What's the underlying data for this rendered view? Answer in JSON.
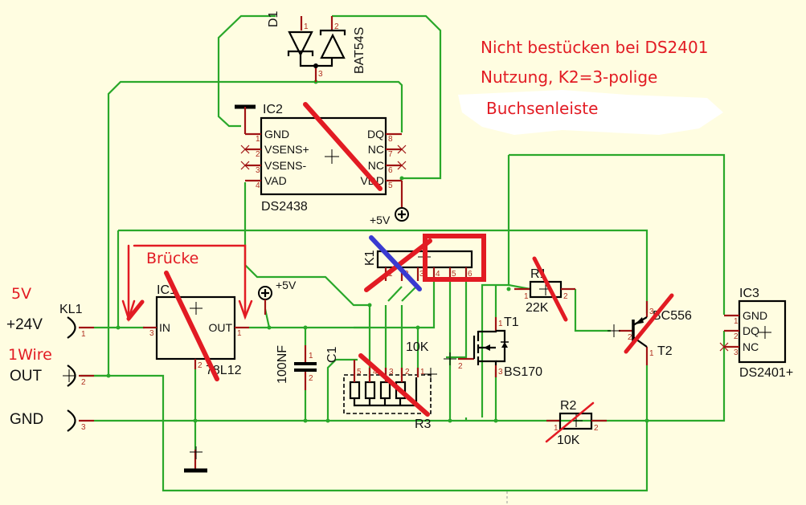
{
  "colors": {
    "background": "#fffde1",
    "wire": "#2aa82a",
    "pin": "#a01414",
    "annotation": "#e21b23",
    "strike_blue": "#3a3ad0"
  },
  "components": {
    "d1": {
      "ref": "D1",
      "value": "BAT54S",
      "pins": [
        "1",
        "2",
        "3"
      ]
    },
    "ic2": {
      "ref": "IC2",
      "value": "DS2438",
      "left_pins": [
        {
          "num": "1",
          "name": "GND"
        },
        {
          "num": "2",
          "name": "VSENS+"
        },
        {
          "num": "3",
          "name": "VSENS-"
        },
        {
          "num": "4",
          "name": "VAD"
        }
      ],
      "right_pins": [
        {
          "num": "8",
          "name": "DQ"
        },
        {
          "num": "7",
          "name": "NC"
        },
        {
          "num": "6",
          "name": "NC"
        },
        {
          "num": "5",
          "name": "VDD"
        }
      ]
    },
    "ic1": {
      "ref": "IC1",
      "value": "78L12",
      "pin_in": "IN",
      "pin_out": "OUT",
      "pins": [
        "3",
        "1",
        "2"
      ]
    },
    "kl1": {
      "ref": "KL1",
      "terminals": [
        {
          "num": "1",
          "label": "+24V"
        },
        {
          "num": "2",
          "label": "OUT"
        },
        {
          "num": "3",
          "label": "GND"
        }
      ]
    },
    "k1": {
      "ref": "K1",
      "pins": [
        "1",
        "2",
        "3",
        "4",
        "5",
        "6"
      ]
    },
    "c1": {
      "ref": "C1",
      "value": "100NF",
      "pins": [
        "1",
        "2"
      ]
    },
    "r3": {
      "ref": "R3",
      "value": "10K",
      "pins": [
        "5",
        "4",
        "3",
        "2",
        "1"
      ]
    },
    "t1": {
      "ref": "T1",
      "value": "BS170",
      "pins": [
        "1",
        "2",
        "3"
      ]
    },
    "r1": {
      "ref": "R1",
      "value": "22K",
      "pins": [
        "1",
        "2"
      ]
    },
    "t2": {
      "ref": "T2",
      "value": "BC556",
      "pins": [
        "3",
        "2",
        "1"
      ]
    },
    "r2": {
      "ref": "R2",
      "value": "10K",
      "pins": [
        "1",
        "2"
      ]
    },
    "ic3": {
      "ref": "IC3",
      "value": "DS2401+",
      "pins": [
        {
          "num": "1",
          "name": "GND"
        },
        {
          "num": "2",
          "name": "DQ"
        },
        {
          "num": "3",
          "name": "NC"
        }
      ]
    },
    "supply": {
      "plus5v": "+5V"
    }
  },
  "annotations": {
    "note_lines": [
      "Nicht bestücken bei DS2401",
      "Nutzung, K2=3-polige",
      "Buchsenleiste"
    ],
    "bridge": "Brücke",
    "v5": "5V",
    "onewire": "1Wire"
  }
}
